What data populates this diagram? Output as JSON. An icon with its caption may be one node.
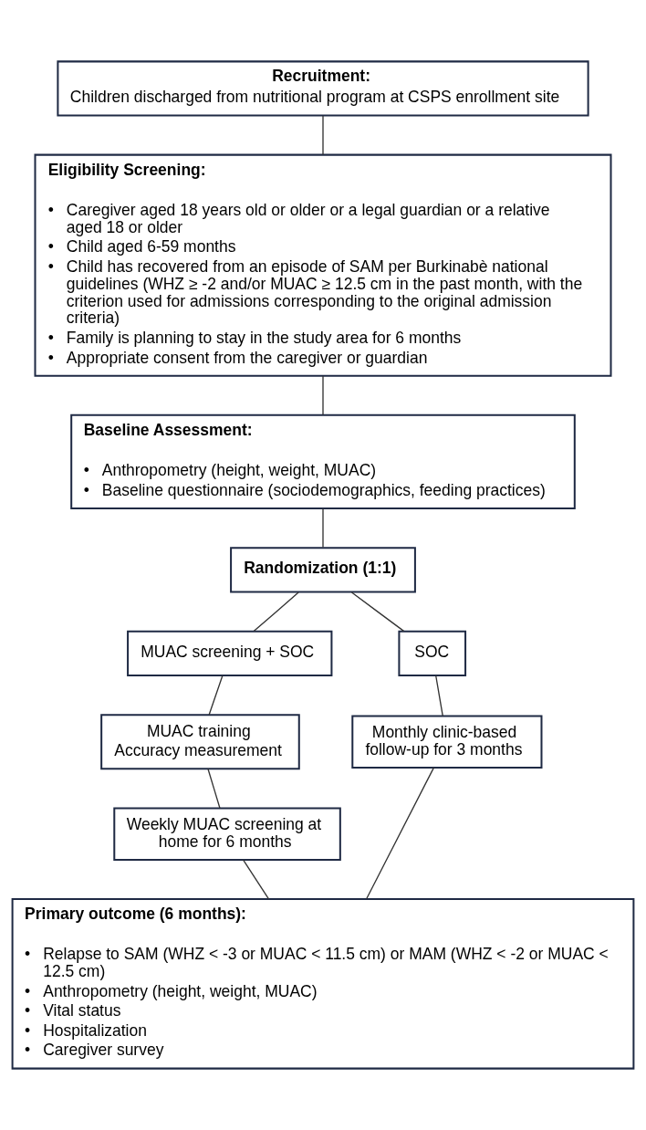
{
  "diagram": {
    "nodes": [
      {
        "text": [
          "Recruitment:",
          "Children discharged from nutritional program at CSPS enrollment site"
        ]
      },
      {
        "text": [
          "Eligibility Screening:",
          "• Caregiver aged 18 years old or older or a legal guardian or a relative aged 18 or older",
          "• Child aged 6-59 months",
          "• Child has recovered from an episode of SAM per Burkinabè national guidelines (WHZ ≥ -2 and/or MUAC ≥ 12.5 cm in the past month, with the criterion used for admissions corresponding to the original admission criteria)",
          "• Family is planning to stay in the study area for 6 months",
          "• Appropriate consent from the caregiver or guardian"
        ]
      },
      {
        "text": [
          "Baseline Assessment:",
          "• Anthropometry (height, weight, MUAC)",
          "• Baseline questionnaire (sociodemographics, feeding practices)"
        ]
      },
      {
        "text": [
          "Randomization (1:1)"
        ]
      },
      {
        "text": [
          "MUAC screening + SOC"
        ]
      },
      {
        "text": [
          "SOC"
        ]
      },
      {
        "text": [
          "MUAC training",
          "Accuracy measurement"
        ]
      },
      {
        "text": [
          "Monthly clinic-based follow-up for 3 months"
        ]
      },
      {
        "text": [
          "Weekly MUAC screening at home for 6 months"
        ]
      },
      {
        "text": [
          "Primary outcome (6 months):",
          "• Relapse to SAM (WHZ < -3 or MUAC < 11.5 cm) or MAM (WHZ < -2 or MUAC < 12.5 cm)",
          "• Anthropometry (height, weight, MUAC)",
          "• Vital status",
          "• Hospitalization",
          "• Caregiver survey"
        ]
      }
    ],
    "edges": [
      {
        "from": 0,
        "to": 1,
        "arrow": "none"
      },
      {
        "from": 1,
        "to": 2,
        "arrow": "none"
      },
      {
        "from": 2,
        "to": 3,
        "arrow": "none"
      },
      {
        "from": 3,
        "to": 4,
        "arrow": "none"
      },
      {
        "from": 3,
        "to": 5,
        "arrow": "none"
      },
      {
        "from": 4,
        "to": 6,
        "arrow": "none"
      },
      {
        "from": 6,
        "to": 8,
        "arrow": "none"
      },
      {
        "from": 8,
        "to": 9,
        "arrow": "none"
      },
      {
        "from": 5,
        "to": 7,
        "arrow": "none"
      },
      {
        "from": 7,
        "to": 9,
        "arrow": "none"
      }
    ]
  }
}
